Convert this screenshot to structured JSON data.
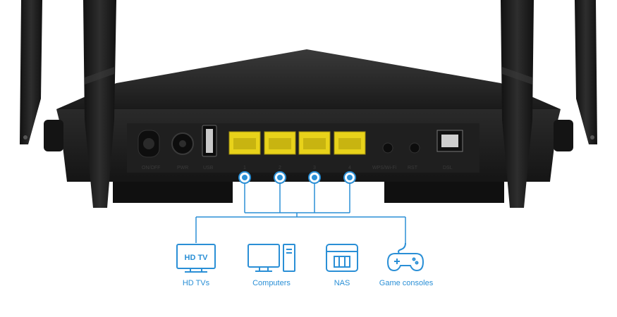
{
  "router": {
    "ports": {
      "onoff": "ON/OFF",
      "pwr": "PWR",
      "usb": "USB",
      "lan1": "1",
      "lan2": "2",
      "lan3": "3",
      "lan4": "4",
      "wps": "WPS/Wi-Fi",
      "rst": "RST",
      "dsl": "DSL"
    }
  },
  "devices": [
    {
      "icon": "hd-tv-icon",
      "icon_text": "HD TV",
      "label": "HD TVs"
    },
    {
      "icon": "computer-icon",
      "label": "Computers"
    },
    {
      "icon": "nas-icon",
      "label": "NAS"
    },
    {
      "icon": "gamepad-icon",
      "label": "Game consoles"
    }
  ],
  "colors": {
    "accent": "#2a8fd6",
    "port_yellow": "#e8d21a",
    "router_body": "#1c1c1c"
  }
}
